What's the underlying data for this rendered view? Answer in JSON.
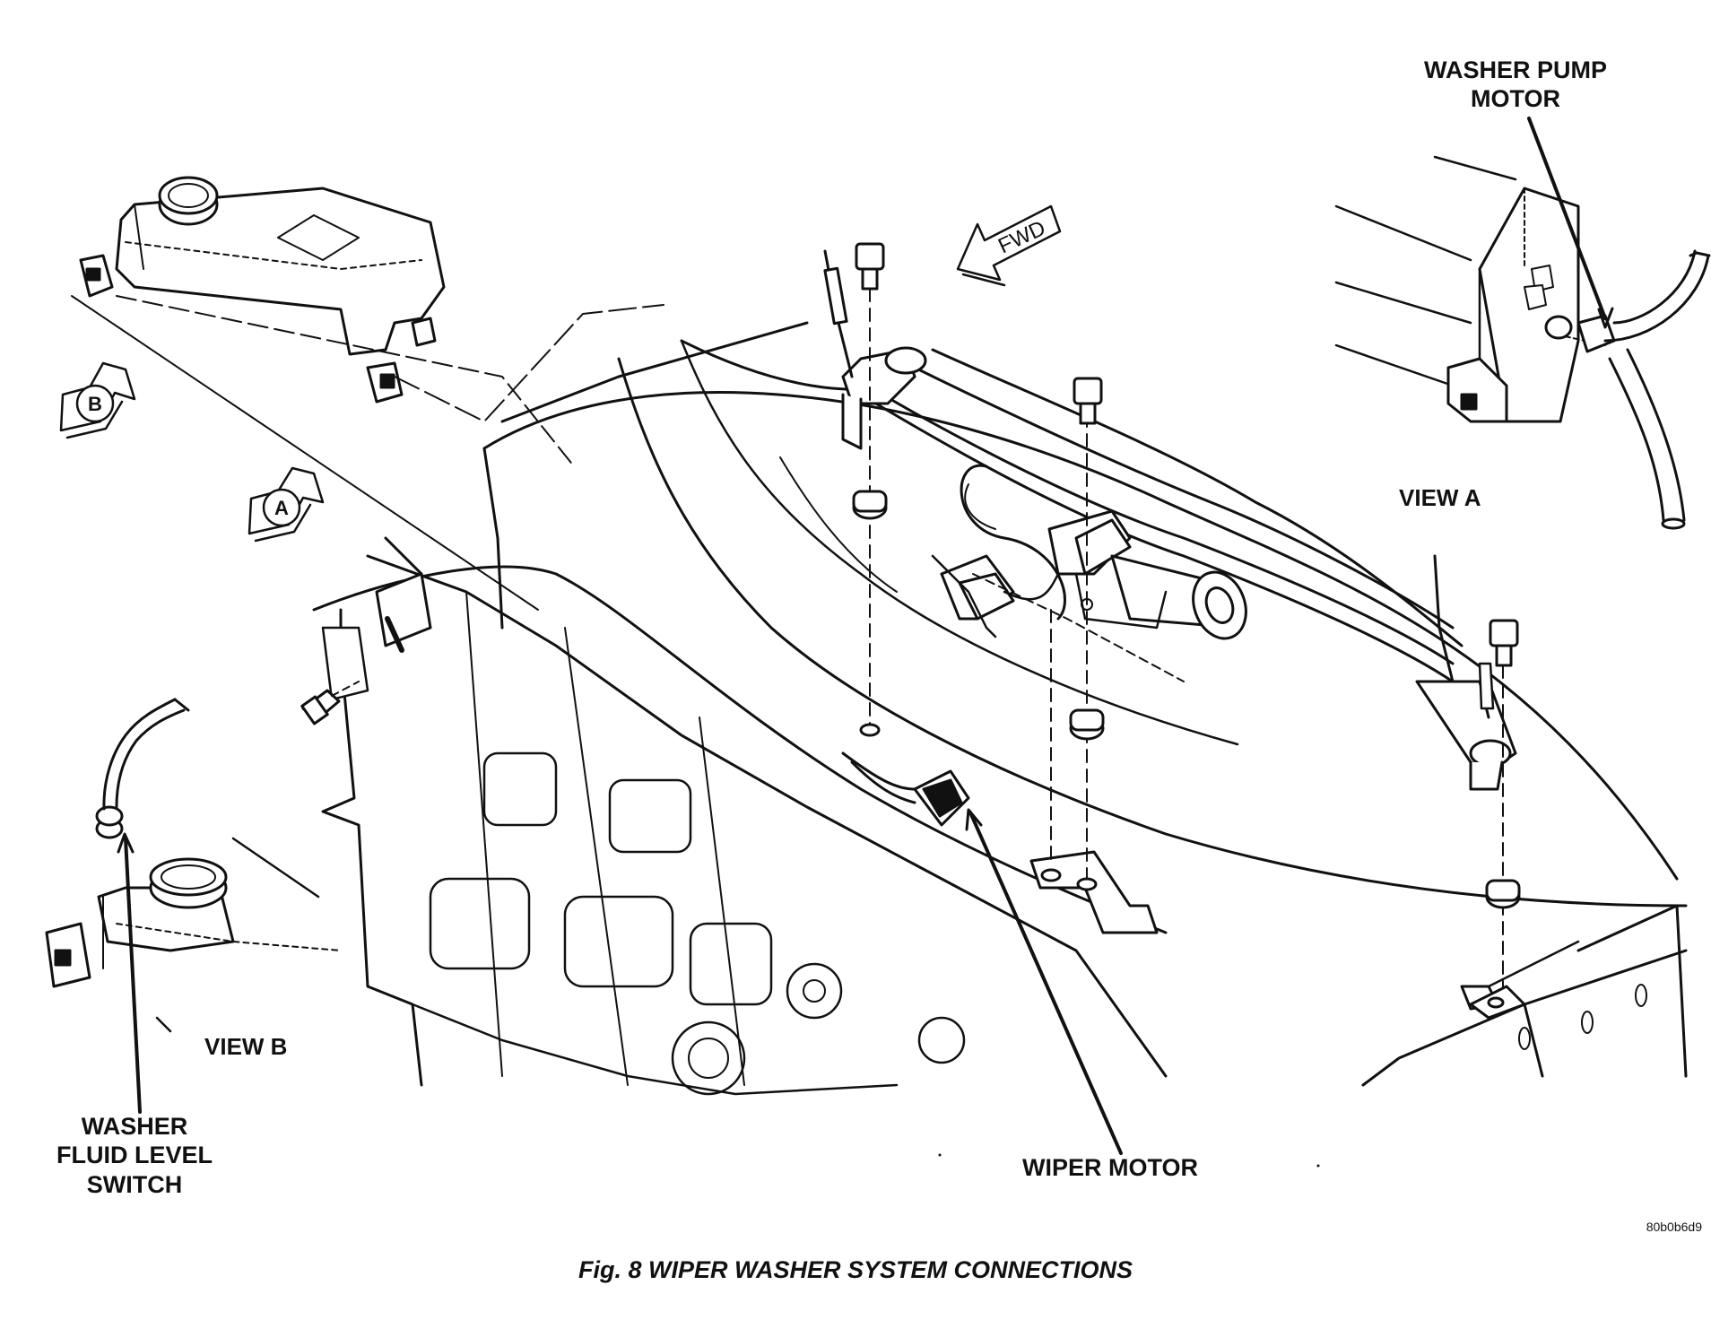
{
  "labels": {
    "washer_pump_line1": "WASHER PUMP",
    "washer_pump_line2": "MOTOR",
    "view_a": "VIEW A",
    "view_b": "VIEW B",
    "fluid_line1": "WASHER",
    "fluid_line2": "FLUID LEVEL",
    "fluid_line3": "SWITCH",
    "wiper_motor": "WIPER MOTOR",
    "fwd": "FWD",
    "callout_a": "A",
    "callout_b": "B",
    "image_code": "80b0b6d9",
    "caption": "Fig. 8 WIPER WASHER SYSTEM CONNECTIONS"
  },
  "colors": {
    "ink": "#111111",
    "paper": "#ffffff"
  }
}
